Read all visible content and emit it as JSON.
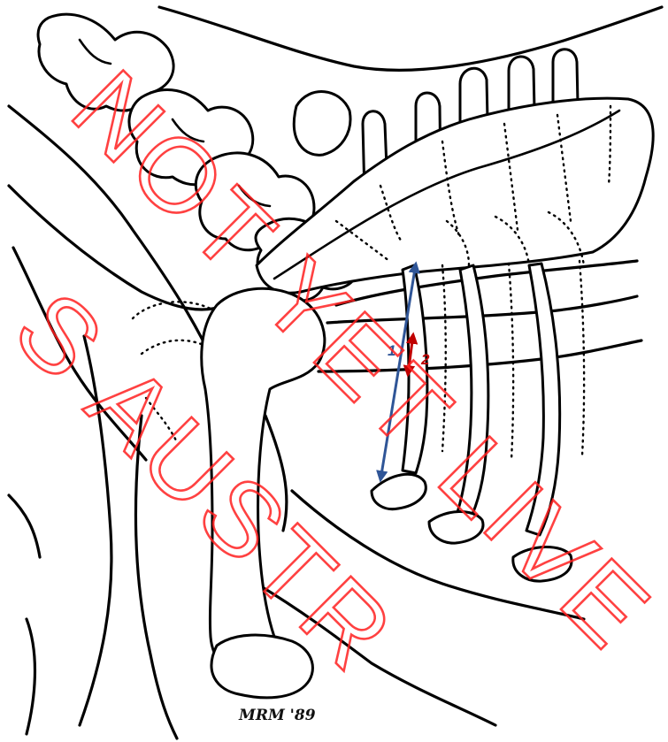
{
  "labels": {
    "measure_1": "1",
    "measure_2": "2"
  },
  "signature": "MRM '89",
  "watermark": {
    "line_1": "NOT YET LIVE",
    "line_2": "S AUSTR"
  },
  "colors": {
    "measure_1": "#2f5597",
    "measure_2": "#c00000",
    "watermark": "#ff2020",
    "ink": "#000000"
  }
}
